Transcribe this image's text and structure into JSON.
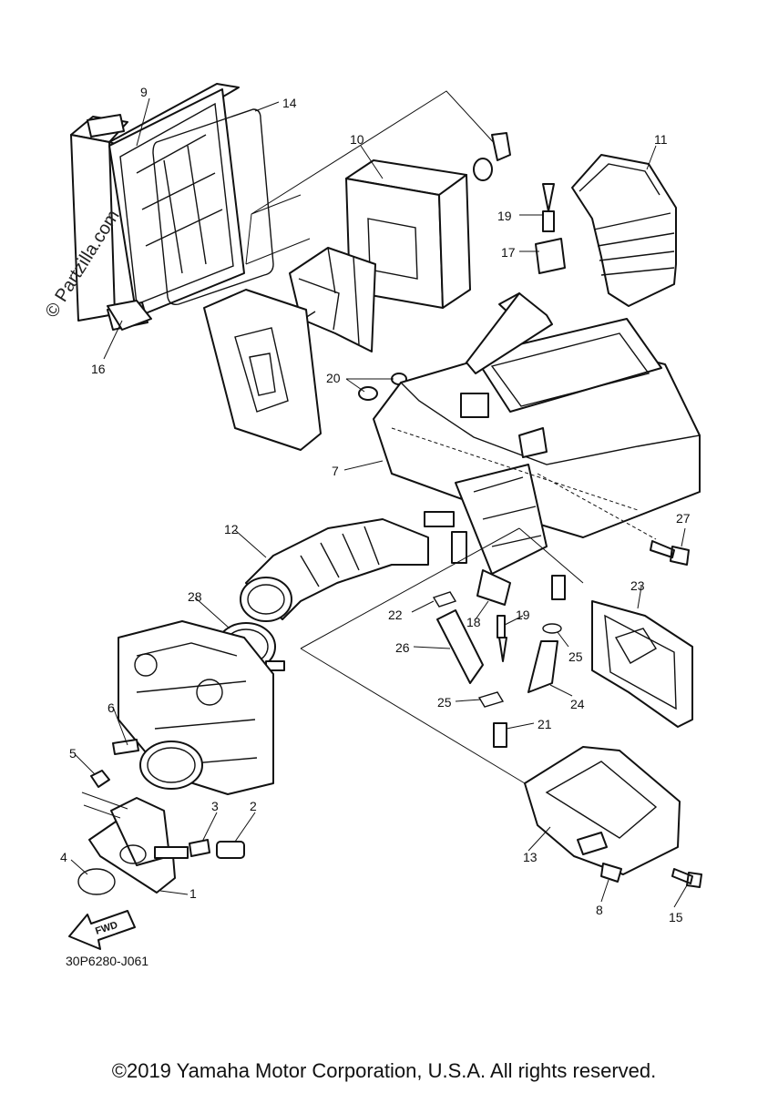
{
  "diagram": {
    "watermark": "© Partzilla.com",
    "diagram_code": "30P6280-J061",
    "fwd_label": "FWD",
    "copyright": "©2019 Yamaha Motor Corporation, U.S.A. All rights reserved.",
    "callouts": [
      "9",
      "14",
      "10",
      "11",
      "19",
      "17",
      "16",
      "20",
      "7",
      "27",
      "12",
      "28",
      "23",
      "22",
      "18",
      "19",
      "25",
      "26",
      "6",
      "25",
      "24",
      "21",
      "5",
      "3",
      "2",
      "13",
      "4",
      "1",
      "8",
      "15"
    ]
  }
}
